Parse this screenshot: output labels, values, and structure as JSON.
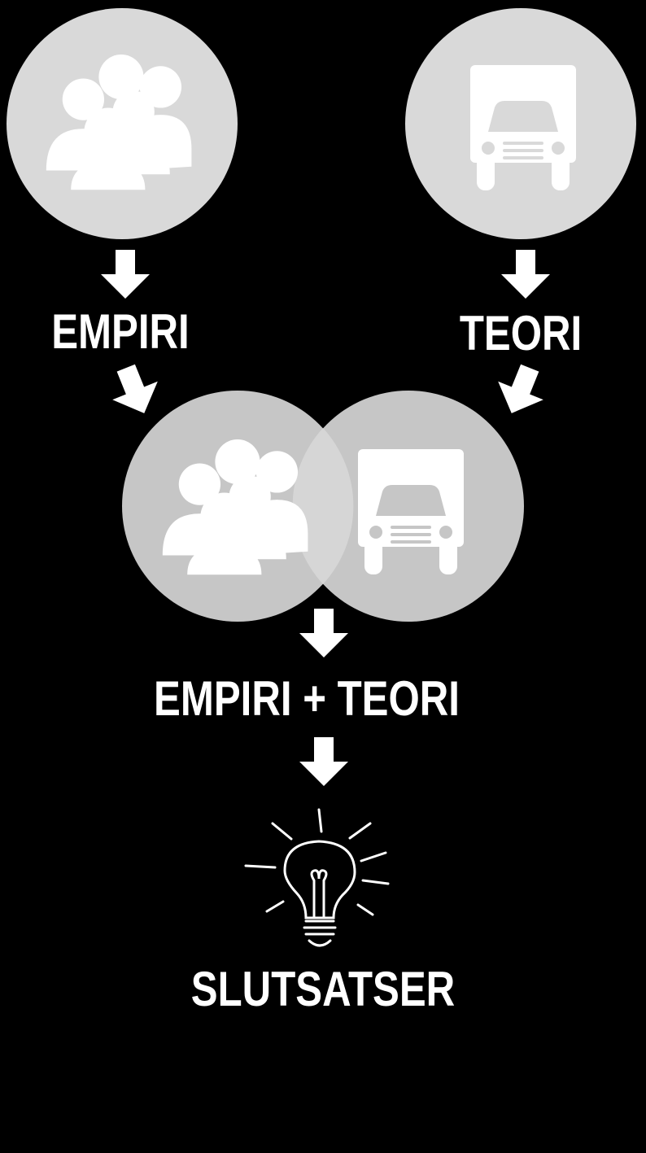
{
  "labels": {
    "empiri": "EMPIRI",
    "teori": "TEORI",
    "combined": "EMPIRI + TEORI",
    "conclusion": "SLUTSATSER"
  },
  "icons": {
    "top_left": "people-group-icon",
    "top_right": "truck-icon",
    "merged_left": "people-group-icon",
    "merged_right": "truck-icon",
    "bottom": "lightbulb-icon"
  },
  "colors": {
    "background": "#000000",
    "circle": "#d9d9d9",
    "icon": "#ffffff",
    "arrow": "#ffffff",
    "text": "#ffffff"
  }
}
